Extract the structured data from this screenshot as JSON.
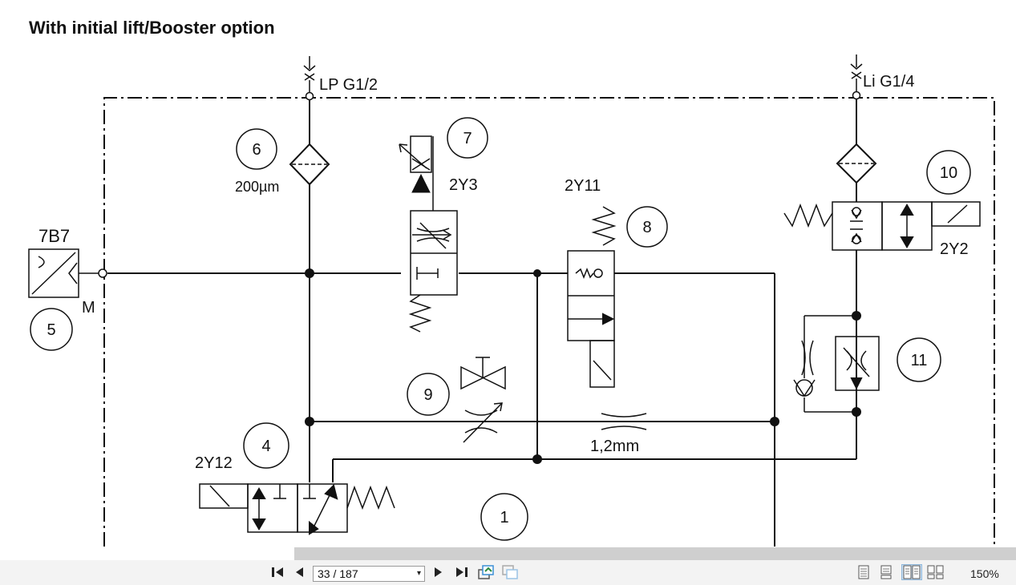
{
  "heading": "With initial lift/Booster option",
  "diagram": {
    "ports": {
      "lp": "LP G1/2",
      "li": "Li G1/4"
    },
    "labels": {
      "filter_size": "200µm",
      "solenoid_2y3": "2Y3",
      "solenoid_2y11": "2Y11",
      "solenoid_2y2": "2Y2",
      "solenoid_2y12": "2Y12",
      "sensor": "7B7",
      "measure_point": "M",
      "orifice": "1,2mm"
    },
    "callouts": [
      "1",
      "4",
      "5",
      "6",
      "7",
      "8",
      "9",
      "10",
      "11"
    ]
  },
  "toolbar": {
    "page_indicator": "33 / 187",
    "zoom": "150%"
  }
}
